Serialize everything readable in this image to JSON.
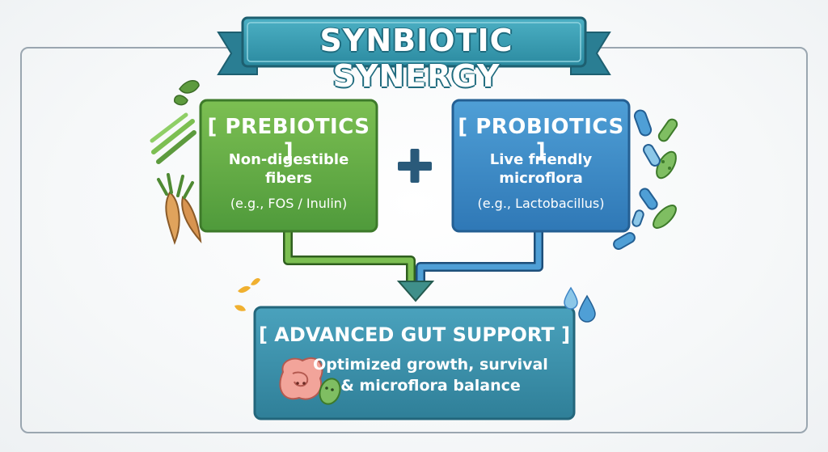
{
  "banner": {
    "title": "SYNBIOTIC SYNERGY"
  },
  "prebiotics": {
    "title": "[ PREBIOTICS ]",
    "line1": "Non-digestible",
    "line2": "fibers",
    "example": "(e.g., FOS / Inulin)",
    "color": "#6aa84f"
  },
  "operator": {
    "symbol": "+"
  },
  "probiotics": {
    "title": "[ PROBIOTICS ]",
    "line1": "Live friendly",
    "line2": "microflora",
    "example": "(e.g., Lactobacillus)",
    "color": "#3d85c6"
  },
  "result": {
    "title": "[ ADVANCED GUT SUPPORT ]",
    "line1": "Optimized growth, survival",
    "line2": "& microflora balance",
    "color": "#3a8fa8"
  },
  "icons": {
    "left": [
      "leaf-icon",
      "fiber-sticks-icon",
      "carrot-root-icon"
    ],
    "right": [
      "bacteria-icon"
    ],
    "result": [
      "gut-mascot-icon",
      "sparkle-icon",
      "water-drop-icon"
    ]
  }
}
